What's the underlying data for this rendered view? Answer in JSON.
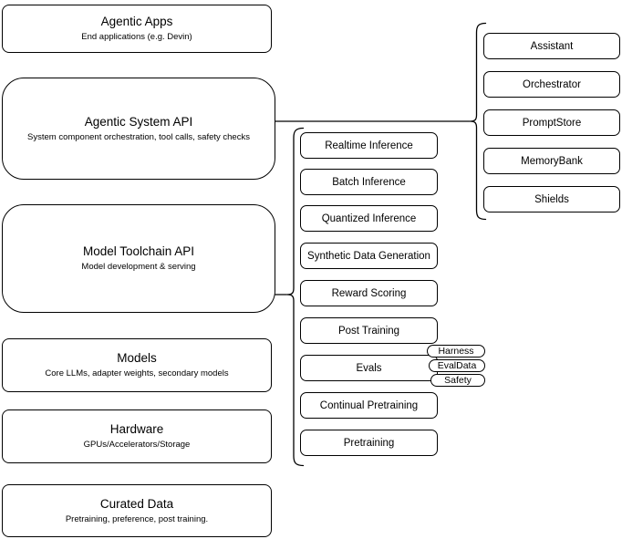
{
  "diagram": {
    "colors": {
      "stroke": "#000000",
      "fill": "#ffffff",
      "text": "#000000"
    },
    "left_column": [
      {
        "title": "Agentic Apps",
        "subtitle": "End applications (e.g. Devin)"
      },
      {
        "title": "Agentic System API",
        "subtitle": "System component orchestration, tool calls, safety checks"
      },
      {
        "title": "Model Toolchain API",
        "subtitle": "Model development & serving"
      },
      {
        "title": "Models",
        "subtitle": "Core LLMs, adapter weights, secondary models"
      },
      {
        "title": "Hardware",
        "subtitle": "GPUs/Accelerators/Storage"
      },
      {
        "title": "Curated Data",
        "subtitle": "Pretraining, preference, post training."
      }
    ],
    "toolchain_services": [
      "Realtime Inference",
      "Batch Inference",
      "Quantized Inference",
      "Synthetic Data Generation",
      "Reward Scoring",
      "Post Training",
      "Evals",
      "Continual Pretraining",
      "Pretraining"
    ],
    "eval_components": [
      "Harness",
      "EvalData",
      "Safety"
    ],
    "system_components": [
      "Assistant",
      "Orchestrator",
      "PromptStore",
      "MemoryBank",
      "Shields"
    ]
  }
}
